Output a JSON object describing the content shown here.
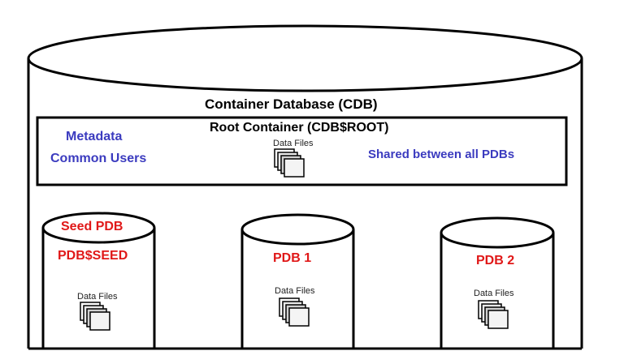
{
  "cdb": {
    "title": "Container Database (CDB)"
  },
  "root": {
    "title": "Root Container (CDB$ROOT)",
    "metadata": "Metadata",
    "common_users": "Common Users",
    "shared": "Shared between all PDBs",
    "data_files": "Data Files"
  },
  "seed": {
    "top_label": "Seed PDB",
    "name": "PDB$SEED",
    "data_files": "Data Files"
  },
  "pdb1": {
    "name": "PDB 1",
    "data_files": "Data Files"
  },
  "pdb2": {
    "name": "PDB 2",
    "data_files": "Data Files"
  },
  "colors": {
    "blue_text": "#3b3bbf",
    "red_text": "#e01818",
    "stroke": "#000000"
  },
  "icons": [
    "data-files-stack-icon"
  ]
}
